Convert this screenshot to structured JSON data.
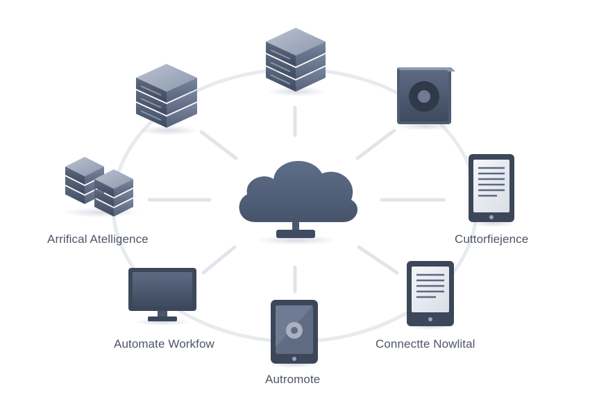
{
  "labels": {
    "artificial_intelligence": "Arrifical Atelligence",
    "customer_experience": "Cuttorfiejence",
    "automate_workflow": "Automate Workfow",
    "connected_hospital": "Connectte Nowlital",
    "automote": "Autromote"
  },
  "colors": {
    "ring": "#e6e9ee",
    "spoke": "#dde1e7",
    "cloud": "#4f5e78",
    "device_dark": "#3c4759",
    "device_mid": "#6b7890",
    "device_light": "#a6b0c1",
    "screen": "#eef0f4",
    "text": "#4d5566"
  },
  "icons": {
    "center": "cloud-icon",
    "nodes": [
      "server-rack-icon",
      "server-rack-icon",
      "speaker-icon",
      "tablet-document-icon",
      "tablet-document-icon",
      "tablet-icon",
      "monitor-icon",
      "server-cluster-icon"
    ]
  }
}
